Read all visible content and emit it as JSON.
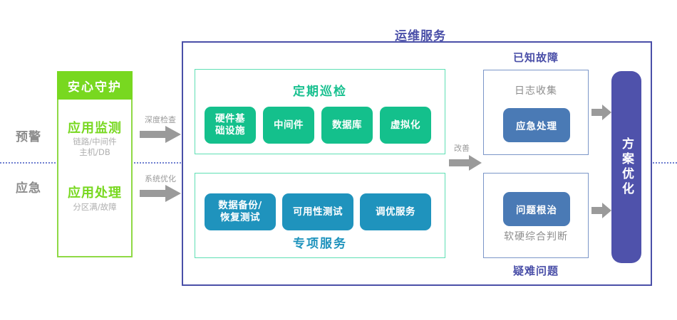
{
  "diagram": {
    "title": "运维服务",
    "left": {
      "row_labels": [
        "预警",
        "应急"
      ],
      "guard": {
        "header": "安心守护",
        "blocks": [
          {
            "title": "应用监测",
            "sub_line1": "链路/中间件",
            "sub_line2": "主机/DB"
          },
          {
            "title": "应用处理",
            "sub_line1": "分区满/故障",
            "sub_line2": ""
          }
        ]
      },
      "arrows": [
        {
          "caption": "深度检查",
          "icon": "arrow-right-icon"
        },
        {
          "caption": "系统优化",
          "icon": "arrow-right-icon"
        }
      ]
    },
    "center": {
      "groups": [
        {
          "title": "定期巡检",
          "title_position": "top",
          "chips": [
            "硬件基\n础设施",
            "中间件",
            "数据库",
            "虚拟化"
          ],
          "chip_style": "green"
        },
        {
          "title": "专项服务",
          "title_position": "bottom",
          "chips": [
            "数据备份/\n恢复测试",
            "可用性测试",
            "调优服务"
          ],
          "chip_style": "blue"
        }
      ]
    },
    "middle_arrow": {
      "caption": "改善",
      "icon": "arrow-right-icon"
    },
    "right": {
      "blocks": [
        {
          "title": "已知故障",
          "title_position": "top",
          "caption": "日志收集",
          "caption_position": "top",
          "chip": "应急处理",
          "arrow_icon": "arrow-right-icon"
        },
        {
          "title": "疑难问题",
          "title_position": "bottom",
          "caption": "软硬综合判断",
          "caption_position": "bottom",
          "chip": "问题根治",
          "arrow_icon": "arrow-right-icon"
        }
      ],
      "final": {
        "text": "方案优化"
      }
    },
    "colors": {
      "brand_green": "#78d820",
      "chip_green": "#14c08c",
      "teal_border": "#5fdfb4",
      "chip_blue": "#1f93bd",
      "panel_purple": "#4a4fa8",
      "final_purple": "#4f52ab",
      "rb_chip_blue": "#4a7ab5",
      "grey_text": "#8d8d8d",
      "arrow_grey": "#9a9a9a"
    }
  }
}
